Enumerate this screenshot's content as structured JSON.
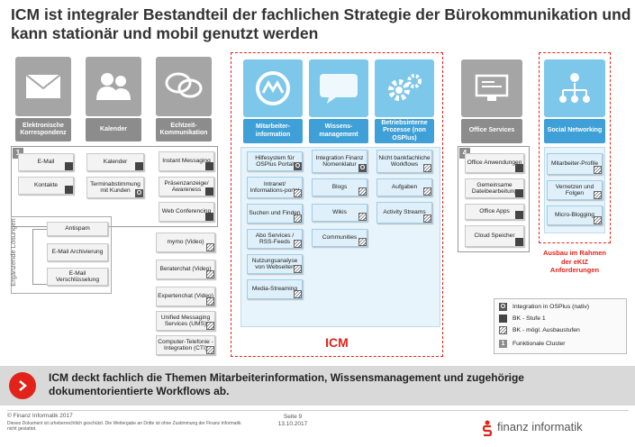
{
  "title": "ICM ist integraler Bestandteil der fachlichen Strategie der Bürokommunikation und kann stationär und mobil genutzt werden",
  "columns": {
    "korrespondenz": "Elektronische Korrespondenz",
    "kalender": "Kalender",
    "echtzeit": "Echtzeit-Kommunikation",
    "mitarbeiter": "Mitarbeiter-information",
    "wissen": "Wissens-management",
    "prozesse": "Betriebsinterne Prozesse (non OSPlus)",
    "office": "Office Services",
    "social": "Social Networking"
  },
  "group1": {
    "num": "1",
    "email": "E-Mail",
    "kontakte": "Kontakte",
    "kalender": "Kalender",
    "termin": "Terminabstimmung mit Kunden",
    "instant": "Instant Messaging",
    "praesenz": "Präsenzanzeige/ Awareness",
    "web": "Web Conferencing"
  },
  "ergaenzend": {
    "label": "Ergänzende Lösungen",
    "antispam": "Antispam",
    "archiv": "E-Mail Archivierung",
    "versch": "E-Mail Verschlüsselung"
  },
  "echtzeit_extra": [
    "mymo (Video)",
    "Beraterchat (Video)",
    "Expertenchat (Video)",
    "Unified Messaging Services (UMS)",
    "Computer-Telefonie -Integration (CTI)"
  ],
  "icm": {
    "label": "ICM",
    "mitarbeiter_items": [
      "Hilfesystem für OSPlus Portal",
      "Intranet/ Informations-portal",
      "Suchen und Finden",
      "Abo Services / RSS-Feeds",
      "Nutzungsanalyse von Webseiten",
      "Media-Streaming"
    ],
    "wissen_items": [
      "Integration Finanz Nomenklatur",
      "Blogs",
      "Wikis",
      "Communities"
    ],
    "prozesse_items": [
      "Nicht bankfachliche Workflows",
      "Aufgaben",
      "Activity Streams"
    ]
  },
  "group4": {
    "num": "4",
    "items": [
      "Office Anwendungen",
      "Gemeinsame Dateibearbeitung",
      "Office Apps",
      "Cloud Speicher"
    ]
  },
  "social": {
    "items": [
      "Mitarbeiter-Profile",
      "Vernetzen und Folgen",
      "Micro-Blogging"
    ],
    "note": "Ausbau im Rahmen der eKIZ Anforderungen"
  },
  "legend": {
    "o_mark": "O",
    "o": "Integration in OSPlus (nativ)",
    "bk1": "BK - Stufe 1",
    "bk2": "BK - mögl. Ausbaustufen",
    "num": "1",
    "cluster": "Funktionale Cluster"
  },
  "banner": "ICM deckt fachlich die Themen Mitarbeiterinformation, Wissensmanagement und zugehörige dokumentorientierte Workflows ab.",
  "footer": {
    "copyright": "© Finanz Informatik 2017",
    "small": "Dieses Dokument ist urheberrechtlich geschützt. Die Weitergabe an Dritte ist ohne Zustimmung der Finanz Informatik nicht gestattet.",
    "seite": "Seite 9",
    "datum": "13.10.2017",
    "logo": "finanz informatik"
  },
  "colors": {
    "accent": "#3ea0d6",
    "icm_red": "#e2231a",
    "gray": "#8c8c8c"
  }
}
